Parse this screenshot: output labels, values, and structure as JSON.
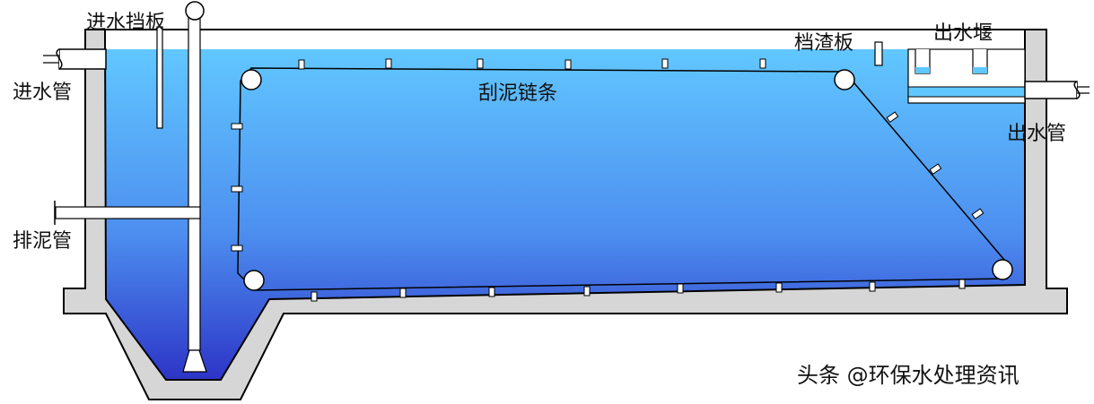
{
  "labels": {
    "inlet_baffle": "进水挡板",
    "inlet_pipe": "进水管",
    "sludge_pipe": "排泥管",
    "scraper_chain": "刮泥链条",
    "scum_baffle": "档渣板",
    "outlet_weir": "出水堰",
    "outlet_pipe": "出水管"
  },
  "watermark": "头条 @环保水处理资讯",
  "colors": {
    "wall": "#d6d6d6",
    "outline": "#000000",
    "water_top": "#61c7ff",
    "water_bottom": "#2d34c6",
    "air": "#ffffff",
    "flight": "#ffffff"
  }
}
